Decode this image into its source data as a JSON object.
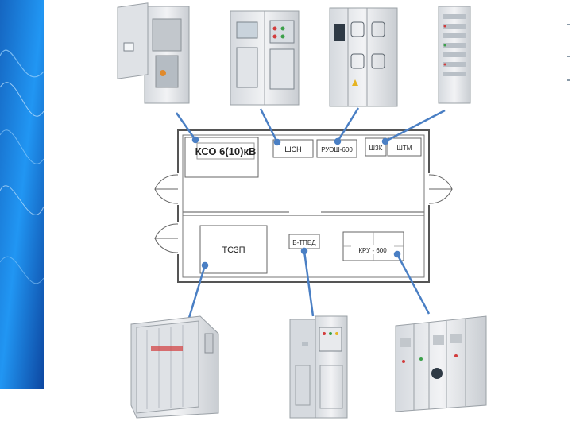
{
  "colors": {
    "accent": "#1f7fd6",
    "connector": "#4a7fc4",
    "wall": "#555555",
    "cabinet": "#e7e9ec"
  },
  "rooms": {
    "top": {
      "units": [
        {
          "label": "КСО 6(10)кВ"
        },
        {
          "label": "ШСН"
        },
        {
          "label": "РУОШ-600"
        },
        {
          "label": "ШЗК"
        },
        {
          "label": "ШТМ"
        }
      ]
    },
    "bottom": {
      "units": [
        {
          "label": "ТСЗП"
        },
        {
          "label": "В-ТПЕД"
        },
        {
          "label": "КРУ - 600"
        }
      ]
    }
  },
  "photos": {
    "top": [
      {
        "icon": "kso-switchgear-photo"
      },
      {
        "icon": "shsn-cabinet-photo"
      },
      {
        "icon": "ruosh-cabinet-photo"
      },
      {
        "icon": "telemechanics-cabinet-photo"
      }
    ],
    "bottom": [
      {
        "icon": "transformer-photo"
      },
      {
        "icon": "vtped-cabinet-photo"
      },
      {
        "icon": "kru-switchgear-photo"
      }
    ]
  }
}
